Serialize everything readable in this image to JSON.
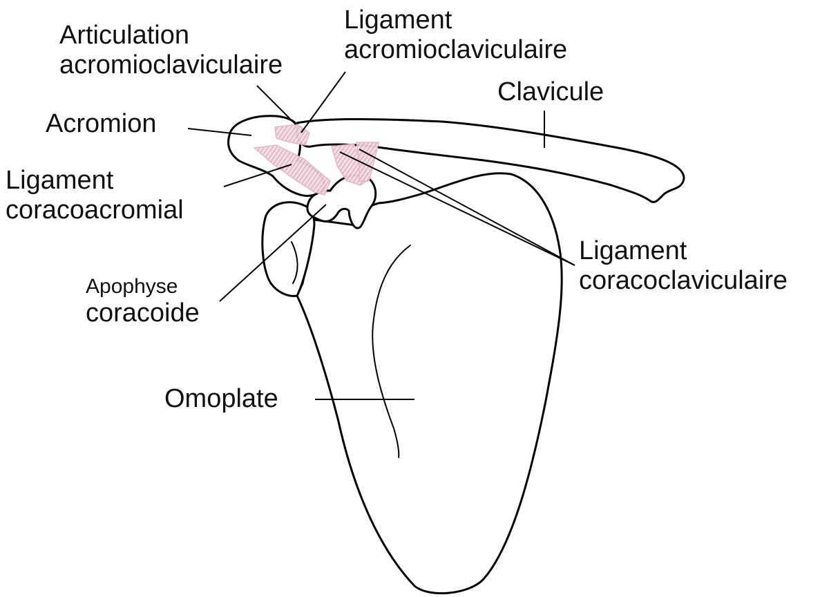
{
  "colors": {
    "outline": "#000000",
    "ligament": "#d9a0b4",
    "background": "#ffffff"
  },
  "labels": {
    "articulation_ac": {
      "line1": "Articulation",
      "line2": "acromioclaviculaire"
    },
    "ligament_ac": {
      "line1": "Ligament",
      "line2": "acromioclaviculaire"
    },
    "clavicule": "Clavicule",
    "acromion": "Acromion",
    "ligament_ca": {
      "line1": "Ligament",
      "line2": "coracoacromial"
    },
    "ligament_cc": {
      "line1": "Ligament",
      "line2": "coracoclaviculaire"
    },
    "apophyse": {
      "line1": "Apophyse",
      "line2": "coracoide"
    },
    "omoplate": "Omoplate"
  }
}
